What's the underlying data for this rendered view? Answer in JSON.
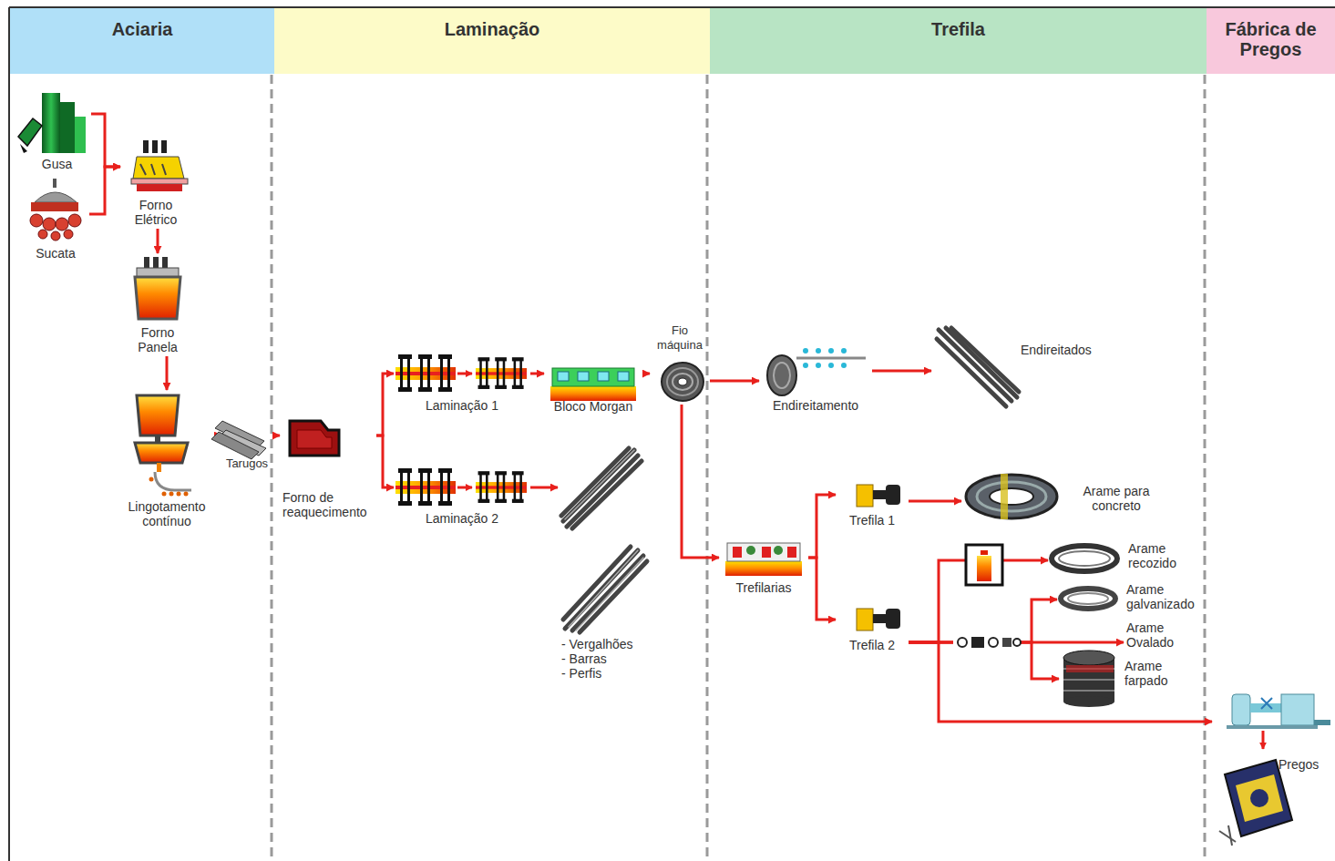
{
  "diagram": {
    "nodes": [
      {
        "text": [
          "Aciaria"
        ]
      },
      {
        "text": [
          "Laminação"
        ]
      },
      {
        "text": [
          "Trefila"
        ]
      },
      {
        "text": [
          "Fábrica de Pregos"
        ]
      },
      {
        "text": [
          "Gusa"
        ],
        "in": 0
      },
      {
        "text": [
          "Sucata"
        ],
        "in": 0
      },
      {
        "text": [
          "Forno Elétrico"
        ],
        "in": 0
      },
      {
        "text": [
          "Forno Panela"
        ],
        "in": 0
      },
      {
        "text": [
          "Lingotamento contínuo"
        ],
        "in": 0
      },
      {
        "text": [
          "Tarugos"
        ],
        "in": 0
      },
      {
        "text": [
          "Forno de reaquecimento"
        ],
        "in": 1
      },
      {
        "text": [
          "Laminação 1"
        ],
        "in": 1
      },
      {
        "text": [
          "Bloco Morgan"
        ],
        "in": 1
      },
      {
        "text": [
          "Fio máquina"
        ],
        "in": 1
      },
      {
        "text": [
          "Laminação 2"
        ],
        "in": 1
      },
      {
        "text": [
          "- Vergalhões",
          "- Barras",
          "- Perfis"
        ],
        "in": 1
      },
      {
        "text": [
          "Endireitamento"
        ],
        "in": 2
      },
      {
        "text": [
          "Endireitados"
        ],
        "in": 2
      },
      {
        "text": [
          "Trefilarias"
        ],
        "in": 2
      },
      {
        "text": [
          "Trefila 1"
        ],
        "in": 2
      },
      {
        "text": [
          "Trefila 2"
        ],
        "in": 2
      },
      {
        "text": [
          "Arame para concreto"
        ],
        "in": 2
      },
      {
        "text": [
          "Arame recozido"
        ],
        "in": 2
      },
      {
        "text": [
          "Arame galvanizado"
        ],
        "in": 2
      },
      {
        "text": [
          "Arame Ovalado"
        ],
        "in": 2
      },
      {
        "text": [
          "Arame farpado"
        ],
        "in": 2
      },
      {
        "text": [
          "Pregos"
        ],
        "in": 3
      }
    ],
    "edges": [
      {
        "from": 4,
        "to": 6,
        "arrow": "to"
      },
      {
        "from": 5,
        "to": 6,
        "arrow": "to"
      },
      {
        "from": 6,
        "to": 7,
        "arrow": "to"
      },
      {
        "from": 7,
        "to": 8,
        "arrow": "to"
      },
      {
        "from": 8,
        "to": 9,
        "arrow": "to"
      },
      {
        "from": 9,
        "to": 10,
        "arrow": "to"
      },
      {
        "from": 10,
        "to": 11,
        "arrow": "to"
      },
      {
        "from": 10,
        "to": 14,
        "arrow": "to"
      },
      {
        "from": 11,
        "to": 12,
        "arrow": "to"
      },
      {
        "from": 12,
        "to": 13,
        "arrow": "to"
      },
      {
        "from": 13,
        "to": 16,
        "arrow": "to"
      },
      {
        "from": 13,
        "to": 18,
        "arrow": "to"
      },
      {
        "from": 14,
        "to": 15,
        "arrow": "to"
      },
      {
        "from": 16,
        "to": 17,
        "arrow": "to"
      },
      {
        "from": 18,
        "to": 19,
        "arrow": "to"
      },
      {
        "from": 18,
        "to": 20,
        "arrow": "to"
      },
      {
        "from": 19,
        "to": 21,
        "arrow": "to"
      },
      {
        "from": 20,
        "to": 22,
        "arrow": "to"
      },
      {
        "from": 20,
        "to": 23,
        "arrow": "to"
      },
      {
        "from": 20,
        "to": 24,
        "arrow": "to"
      },
      {
        "from": 20,
        "to": 25,
        "arrow": "to"
      },
      {
        "from": 20,
        "to": 26,
        "arrow": "to"
      }
    ]
  }
}
